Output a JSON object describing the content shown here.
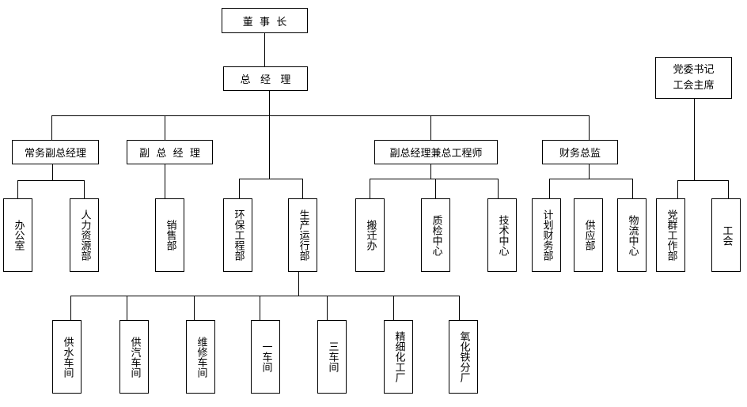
{
  "chairman": "董  事  长",
  "gm": "总   经   理",
  "party": {
    "line1": "党委书记",
    "line2": "工会主席"
  },
  "executive_vp": "常务副总经理",
  "vp": "副  总  经  理",
  "vp_chief_engineer": "副总经理兼总工程师",
  "cfo": "财务总监",
  "office": "办公室",
  "hr": "人力资源部",
  "sales": "销售部",
  "env": "环保工程部",
  "production": "生产运行部",
  "relocation": "搬迁办",
  "quality": "质检中心",
  "tech": "技术中心",
  "planning_finance": "计划财务部",
  "supply": "供应部",
  "logistics": "物流中心",
  "party_work": "党群工作部",
  "union": "工会",
  "water": "供水车间",
  "steam": "供汽车间",
  "maintenance": "维修车间",
  "workshop1": "一车间",
  "workshop3": "三车间",
  "refining": "精细化工厂",
  "iron_oxide": "氧化铁分厂"
}
